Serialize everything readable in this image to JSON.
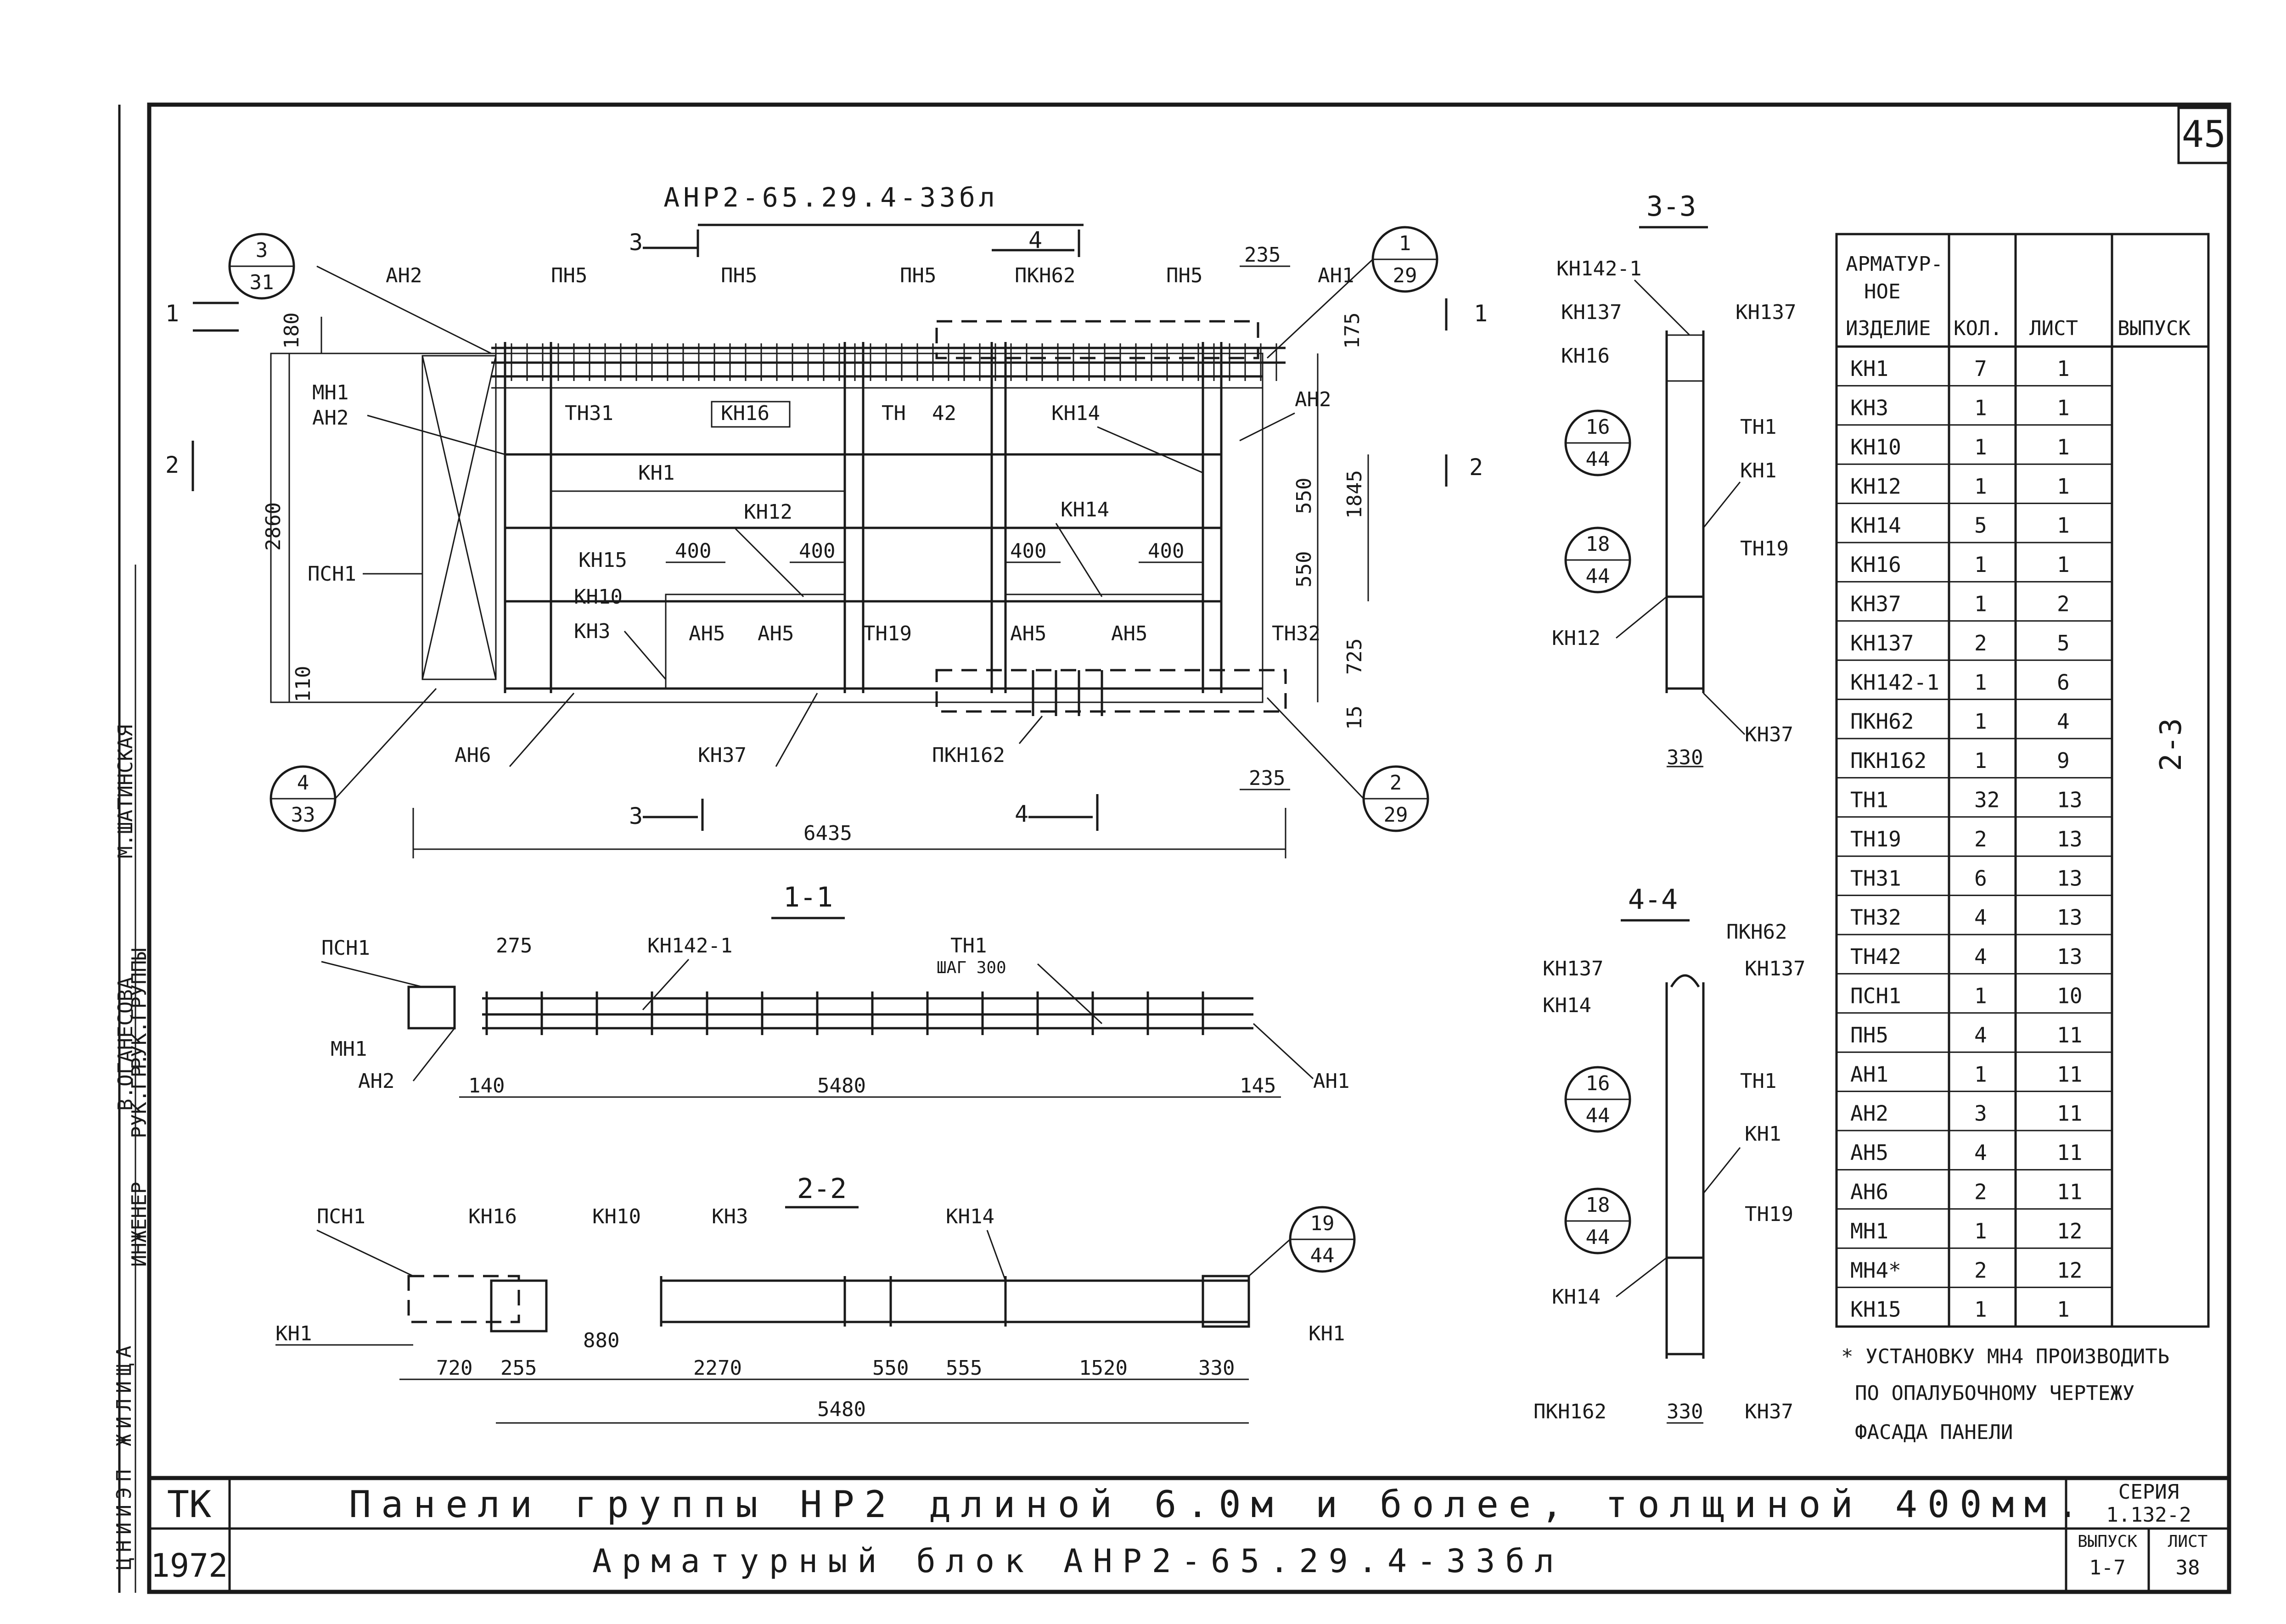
{
  "sheet": {
    "page_number": "45",
    "main_title": "АНР2-65.29.4-33бл",
    "side_text": "ЦНИИЭП ЖИЛИЩА",
    "side_roles": [
      "ИНЖЕНЕР",
      "РУК.ГРУППЫ",
      "РУК.ГР."
    ],
    "side_names": [
      "В.ОГАНЕСОВА",
      "М.ШАТИНСКАЯ"
    ],
    "footnote": [
      "* УСТАНОВКУ МН4 ПРОИЗВОДИТЬ",
      "ПО ОПАЛУБОЧНОМУ ЧЕРТЕЖУ",
      "ФАСАДА ПАНЕЛИ"
    ]
  },
  "title_block": {
    "org": "ТК",
    "year": "1972",
    "line1": "Панели группы НР2 длиной 6.0м и более, толщиной 400мм.",
    "line2": "Арматурный блок АНР2-65.29.4-33бл",
    "series_label": "СЕРИЯ",
    "series_value": "1.132-2",
    "issue_label": "ВЫПУСК",
    "issue_value": "1-7",
    "sheet_label": "ЛИСТ",
    "sheet_value": "38"
  },
  "spec_table": {
    "headers": [
      "АРМАТУР-",
      "НОЕ",
      "ИЗДЕЛИЕ",
      "КОЛ.",
      "ЛИСТ",
      "ВЫПУСК"
    ],
    "issue_value": "2-3",
    "rows": [
      {
        "item": "КН1",
        "qty": "7",
        "sheet": "1"
      },
      {
        "item": "КН3",
        "qty": "1",
        "sheet": "1"
      },
      {
        "item": "КН10",
        "qty": "1",
        "sheet": "1"
      },
      {
        "item": "КН12",
        "qty": "1",
        "sheet": "1"
      },
      {
        "item": "КН14",
        "qty": "5",
        "sheet": "1"
      },
      {
        "item": "КН16",
        "qty": "1",
        "sheet": "1"
      },
      {
        "item": "КН37",
        "qty": "1",
        "sheet": "2"
      },
      {
        "item": "КН137",
        "qty": "2",
        "sheet": "5"
      },
      {
        "item": "КН142-1",
        "qty": "1",
        "sheet": "6"
      },
      {
        "item": "ПКН62",
        "qty": "1",
        "sheet": "4"
      },
      {
        "item": "ПКН162",
        "qty": "1",
        "sheet": "9"
      },
      {
        "item": "ТН1",
        "qty": "32",
        "sheet": "13"
      },
      {
        "item": "ТН19",
        "qty": "2",
        "sheet": "13"
      },
      {
        "item": "ТН31",
        "qty": "6",
        "sheet": "13"
      },
      {
        "item": "ТН32",
        "qty": "4",
        "sheet": "13"
      },
      {
        "item": "ТН42",
        "qty": "4",
        "sheet": "13"
      },
      {
        "item": "ПСН1",
        "qty": "1",
        "sheet": "10"
      },
      {
        "item": "ПН5",
        "qty": "4",
        "sheet": "11"
      },
      {
        "item": "АН1",
        "qty": "1",
        "sheet": "11"
      },
      {
        "item": "АН2",
        "qty": "3",
        "sheet": "11"
      },
      {
        "item": "АН5",
        "qty": "4",
        "sheet": "11"
      },
      {
        "item": "АН6",
        "qty": "2",
        "sheet": "11"
      },
      {
        "item": "МН1",
        "qty": "1",
        "sheet": "12"
      },
      {
        "item": "МН4*",
        "qty": "2",
        "sheet": "12"
      },
      {
        "item": "КН15",
        "qty": "1",
        "sheet": "1"
      }
    ]
  },
  "main_view": {
    "labels": {
      "an2": "АН2",
      "pn5": "ПН5",
      "pkn62": "ПКН62",
      "an1": "АН1",
      "mn1": "МН1",
      "tn31": "ТН31",
      "kn16": "КН16",
      "tn42": "ТН",
      "tn42b": "42",
      "kn14": "КН14",
      "kn1": "КН1",
      "kn12": "КН12",
      "kn15": "КН15",
      "kn10": "КН10",
      "kn3": "КН3",
      "an5": "АН5",
      "tn19": "ТН19",
      "tn32": "ТН32",
      "psn1": "ПСН1",
      "an6": "АН6",
      "kn37": "КН37",
      "pkn162": "ПКН162"
    },
    "dims": {
      "d180": "180",
      "d2860": "2860",
      "d110": "110",
      "d400": "400",
      "d235": "235",
      "d175": "175",
      "d550": "550",
      "d1845": "1845",
      "d725": "725",
      "d15": "15",
      "d6435": "6435"
    },
    "section_marks": {
      "s1": "1",
      "s2": "2",
      "s3": "3",
      "s4": "4"
    },
    "callouts": [
      {
        "top": "3",
        "bottom": "31"
      },
      {
        "top": "1",
        "bottom": "29"
      },
      {
        "top": "4",
        "bottom": "33"
      },
      {
        "top": "2",
        "bottom": "29"
      }
    ]
  },
  "section_1_1": {
    "title": "1-1",
    "labels": {
      "psn1": "ПСН1",
      "kn142": "КН142-1",
      "tn1": "ТН1",
      "step": "ШАГ 300",
      "mn1": "МН1",
      "an2": "АН2",
      "an1": "АН1"
    },
    "dims": {
      "d275": "275",
      "d140": "140",
      "d5480": "5480",
      "d145": "145"
    }
  },
  "section_2_2": {
    "title": "2-2",
    "labels": {
      "psn1": "ПСН1",
      "kn16": "КН16",
      "kn10": "КН10",
      "kn3": "КН3",
      "kn14": "КН14",
      "kn1": "КН1"
    },
    "dims": {
      "d880": "880",
      "d720": "720",
      "d255": "255",
      "d2270": "2270",
      "d550": "550",
      "d555": "555",
      "d1520": "1520",
      "d330": "330",
      "d5480": "5480"
    },
    "callout": {
      "top": "19",
      "bottom": "44"
    }
  },
  "section_3_3": {
    "title": "3-3",
    "labels": {
      "kn142": "КН142-1",
      "kn137a": "КН137",
      "kn137b": "КН137",
      "kn16": "КН16",
      "tn1": "ТН1",
      "kn1": "КН1",
      "tn19": "ТН19",
      "kn12": "КН12",
      "kn37": "КН37"
    },
    "dims": {
      "d330": "330"
    },
    "callouts": [
      {
        "top": "16",
        "bottom": "44"
      },
      {
        "top": "18",
        "bottom": "44"
      }
    ]
  },
  "section_4_4": {
    "title": "4-4",
    "labels": {
      "pkn62": "ПКН62",
      "kn137a": "КН137",
      "kn137b": "КН137",
      "kn14a": "КН14",
      "tn1": "ТН1",
      "kn1": "КН1",
      "tn19": "ТН19",
      "kn14b": "КН14",
      "pkn162": "ПКН162",
      "kn37": "КН37"
    },
    "dims": {
      "d330": "330"
    },
    "callouts": [
      {
        "top": "16",
        "bottom": "44"
      },
      {
        "top": "18",
        "bottom": "44"
      }
    ]
  }
}
